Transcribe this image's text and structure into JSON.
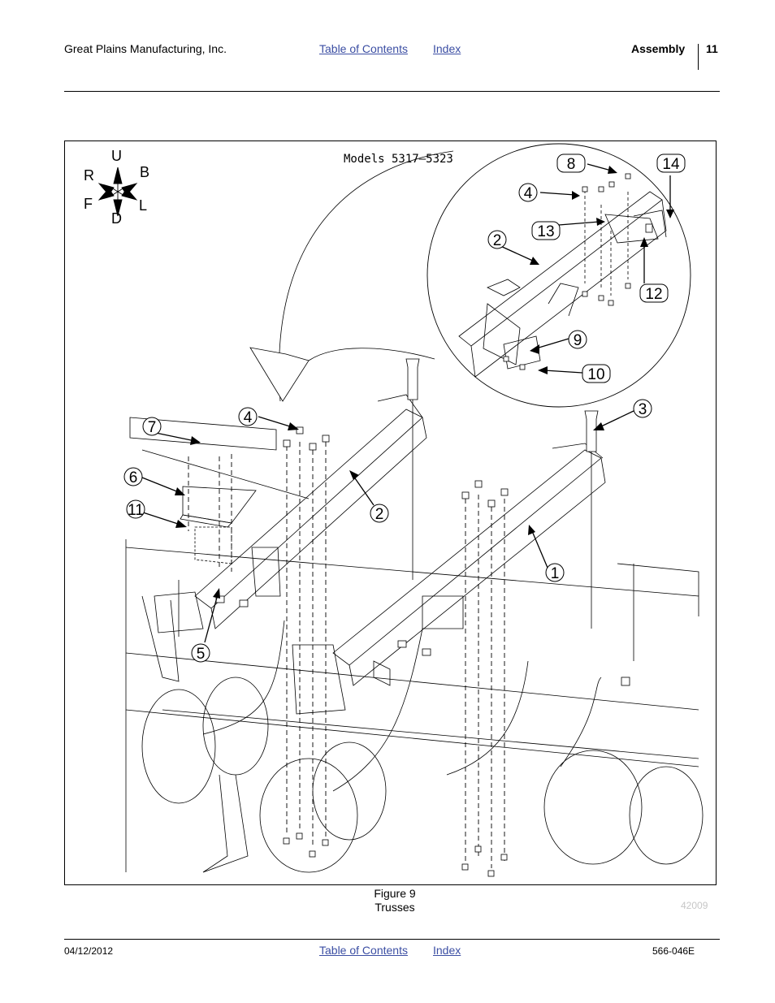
{
  "header": {
    "company": "Great Plains Manufacturing, Inc.",
    "toc_link": "Table of Contents",
    "index_link": "Index",
    "section": "Assembly",
    "page_number": "11"
  },
  "figure": {
    "models_label": "Models 5317–5323",
    "compass": {
      "up": "U",
      "back": "B",
      "right": "R",
      "left": "L",
      "front": "F",
      "down": "D"
    },
    "callouts": [
      "1",
      "2",
      "2",
      "3",
      "4",
      "4",
      "5",
      "6",
      "7",
      "8",
      "9",
      "10",
      "11",
      "12",
      "13",
      "14"
    ],
    "caption_number": "Figure 9",
    "caption_title": "Trusses",
    "image_id": "42009"
  },
  "footer": {
    "date": "04/12/2012",
    "toc_link": "Table of Contents",
    "index_link": "Index",
    "doc_number": "566-046E"
  }
}
